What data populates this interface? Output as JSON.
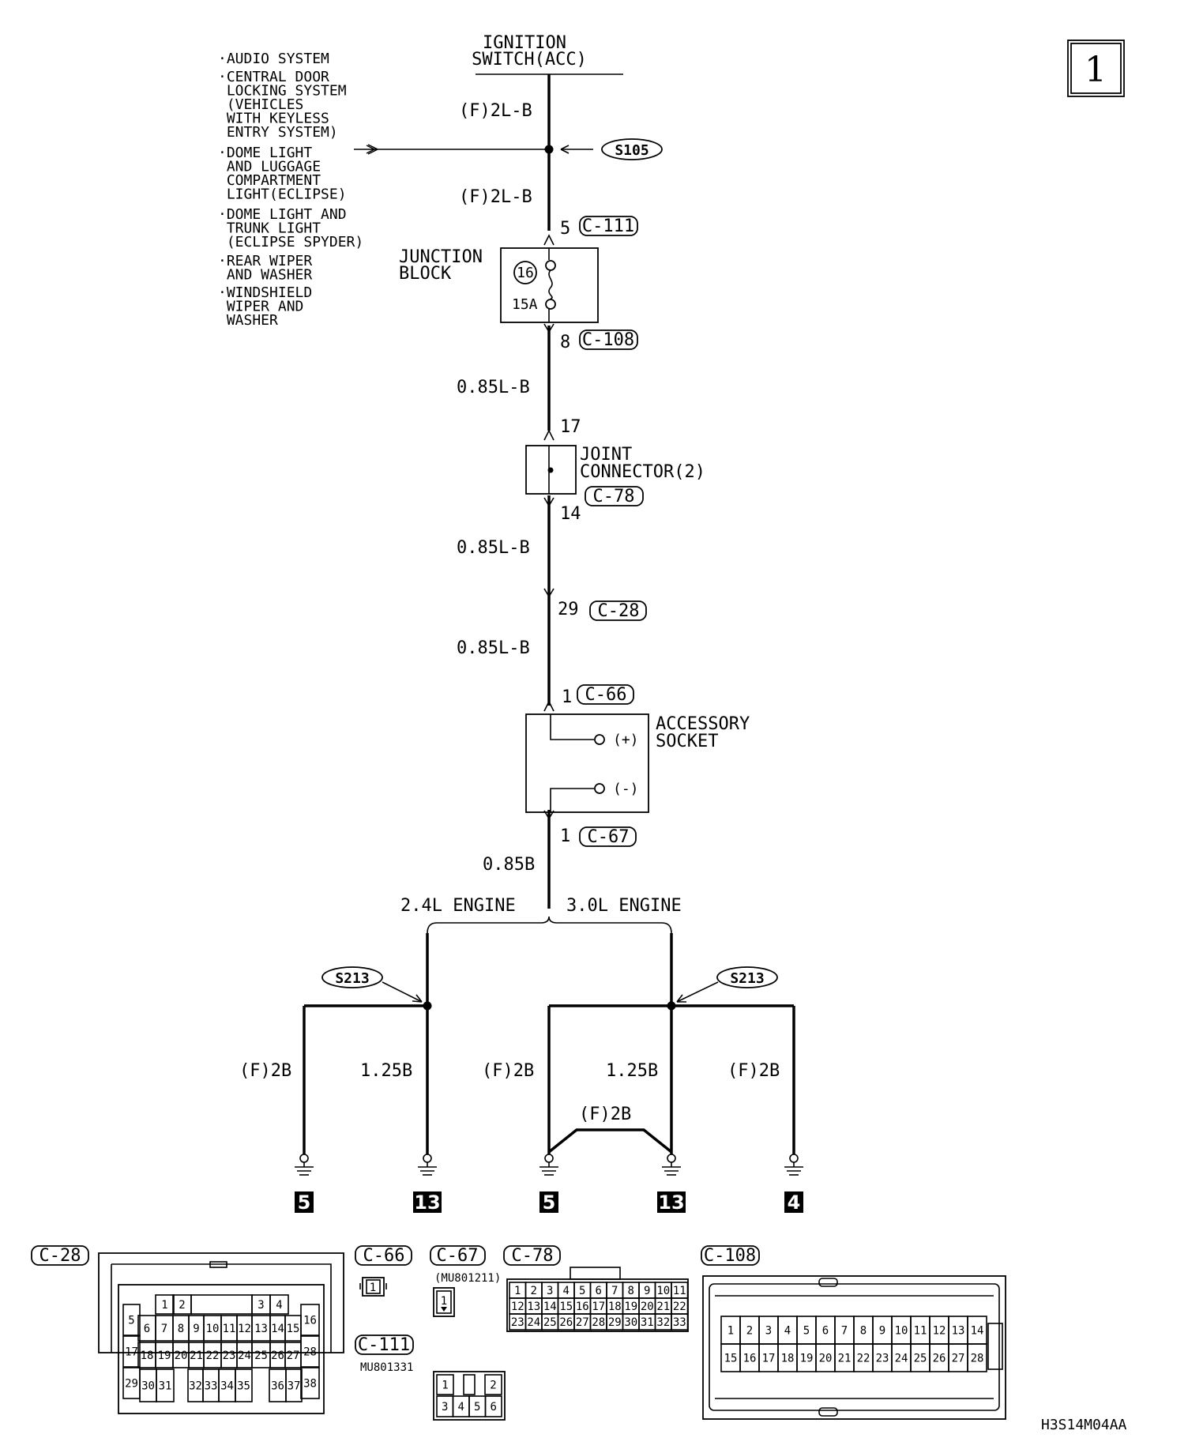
{
  "page_number": "1",
  "ignition": {
    "line1": "IGNITION",
    "line2": "SWITCH(ACC)"
  },
  "branch_list": [
    [
      "·AUDIO SYSTEM"
    ],
    [
      "·CENTRAL DOOR",
      " LOCKING SYSTEM",
      " (VEHICLES",
      "  WITH KEYLESS",
      "  ENTRY SYSTEM)"
    ],
    [
      "·DOME LIGHT",
      " AND LUGGAGE",
      " COMPARTMENT",
      " LIGHT(ECLIPSE)"
    ],
    [
      "·DOME LIGHT AND",
      " TRUNK LIGHT",
      " (ECLIPSE SPYDER)"
    ],
    [
      "·REAR WIPER",
      " AND WASHER"
    ],
    [
      "·WINDSHIELD",
      " WIPER AND",
      " WASHER"
    ]
  ],
  "wires": {
    "w1": "(F)2L-B",
    "w2": "(F)2L-B",
    "w3": "0.85L-B",
    "w4": "0.85L-B",
    "w5": "0.85L-B",
    "w6": "0.85B",
    "g1": "(F)2B",
    "g2": "1.25B",
    "g3": "(F)2B",
    "g4": "1.25B",
    "g5": "(F)2B",
    "g6": "(F)2B"
  },
  "splices": {
    "top": "S105",
    "left": "S213",
    "right": "S213"
  },
  "junction_block": {
    "line1": "JUNCTION",
    "line2": "BLOCK",
    "fuse_no": "16",
    "fuse_amp": "15A"
  },
  "joint_connector": {
    "line1": "JOINT",
    "line2": "CONNECTOR(2)"
  },
  "accessory_socket": {
    "line1": "ACCESSORY",
    "line2": "SOCKET",
    "plus": "(+)",
    "minus": "(-)"
  },
  "pins": {
    "c111_pin": "5",
    "c108_pin": "8",
    "c78_in": "17",
    "c78_out": "14",
    "c28_pin": "29",
    "c66_pin": "1",
    "c67_pin": "1"
  },
  "connectors": {
    "c111": "C-111",
    "c108": "C-108",
    "c78": "C-78",
    "c28": "C-28",
    "c66": "C-66",
    "c67": "C-67"
  },
  "engines": {
    "left": "2.4L ENGINE",
    "right": "3.0L ENGINE"
  },
  "grounds": [
    "5",
    "13",
    "5",
    "13",
    "4"
  ],
  "part_numbers": {
    "c67": "(MU801211)",
    "c111": "MU801331"
  },
  "c28_pins": {
    "top": [
      "1",
      "2",
      "3",
      "4"
    ],
    "left_side": [
      "5",
      "17",
      "29"
    ],
    "right_side": [
      "16",
      "28",
      "38"
    ],
    "row2": [
      "6",
      "7",
      "8",
      "9",
      "10",
      "11",
      "12",
      "13",
      "14",
      "15"
    ],
    "row3": [
      "18",
      "19",
      "20",
      "21",
      "22",
      "23",
      "24",
      "25",
      "26",
      "27"
    ],
    "row4": [
      "30",
      "31",
      "32",
      "33",
      "34",
      "35",
      "36",
      "37"
    ]
  },
  "c78_pins": {
    "row1": [
      "1",
      "2",
      "3",
      "4",
      "5",
      "6",
      "7",
      "8",
      "9",
      "10",
      "11"
    ],
    "row2": [
      "12",
      "13",
      "14",
      "15",
      "16",
      "17",
      "18",
      "19",
      "20",
      "21",
      "22"
    ],
    "row3": [
      "23",
      "24",
      "25",
      "26",
      "27",
      "28",
      "29",
      "30",
      "31",
      "32",
      "33"
    ]
  },
  "c108_pins": {
    "row1": [
      "1",
      "2",
      "3",
      "4",
      "5",
      "6",
      "7",
      "8",
      "9",
      "10",
      "11",
      "12",
      "13",
      "14"
    ],
    "row2": [
      "15",
      "16",
      "17",
      "18",
      "19",
      "20",
      "21",
      "22",
      "23",
      "24",
      "25",
      "26",
      "27",
      "28"
    ]
  },
  "c66_pins": [
    "1"
  ],
  "c67_pins": [
    "1"
  ],
  "c111_pins": {
    "row1": [
      "1",
      "2"
    ],
    "row2": [
      "3",
      "4",
      "5",
      "6"
    ]
  },
  "diagram_code": "H3S14M04AA"
}
